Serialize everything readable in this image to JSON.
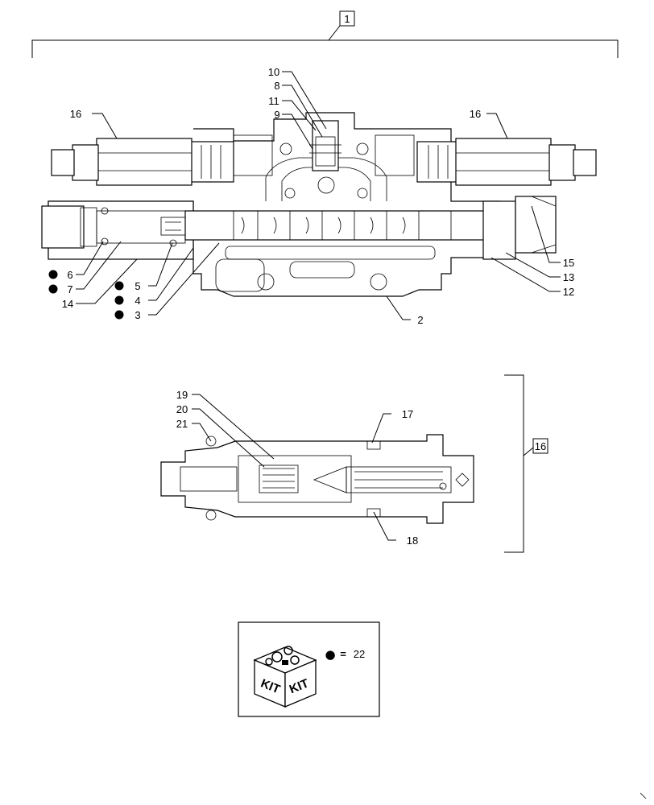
{
  "callouts": {
    "c1": "1",
    "c2": "2",
    "c3": "3",
    "c4": "4",
    "c5": "5",
    "c6": "6",
    "c7": "7",
    "c8": "8",
    "c9": "9",
    "c10": "10",
    "c11": "11",
    "c12": "12",
    "c13": "13",
    "c14": "14",
    "c15": "15",
    "c16a": "16",
    "c16b": "16",
    "c16box": "16",
    "c17": "17",
    "c18": "18",
    "c19": "19",
    "c20": "20",
    "c21": "21"
  },
  "kit": {
    "word_left": "KIT",
    "word_right": "KIT",
    "legend_symbol": "●",
    "legend_equals": "=",
    "legend_value": "22"
  }
}
